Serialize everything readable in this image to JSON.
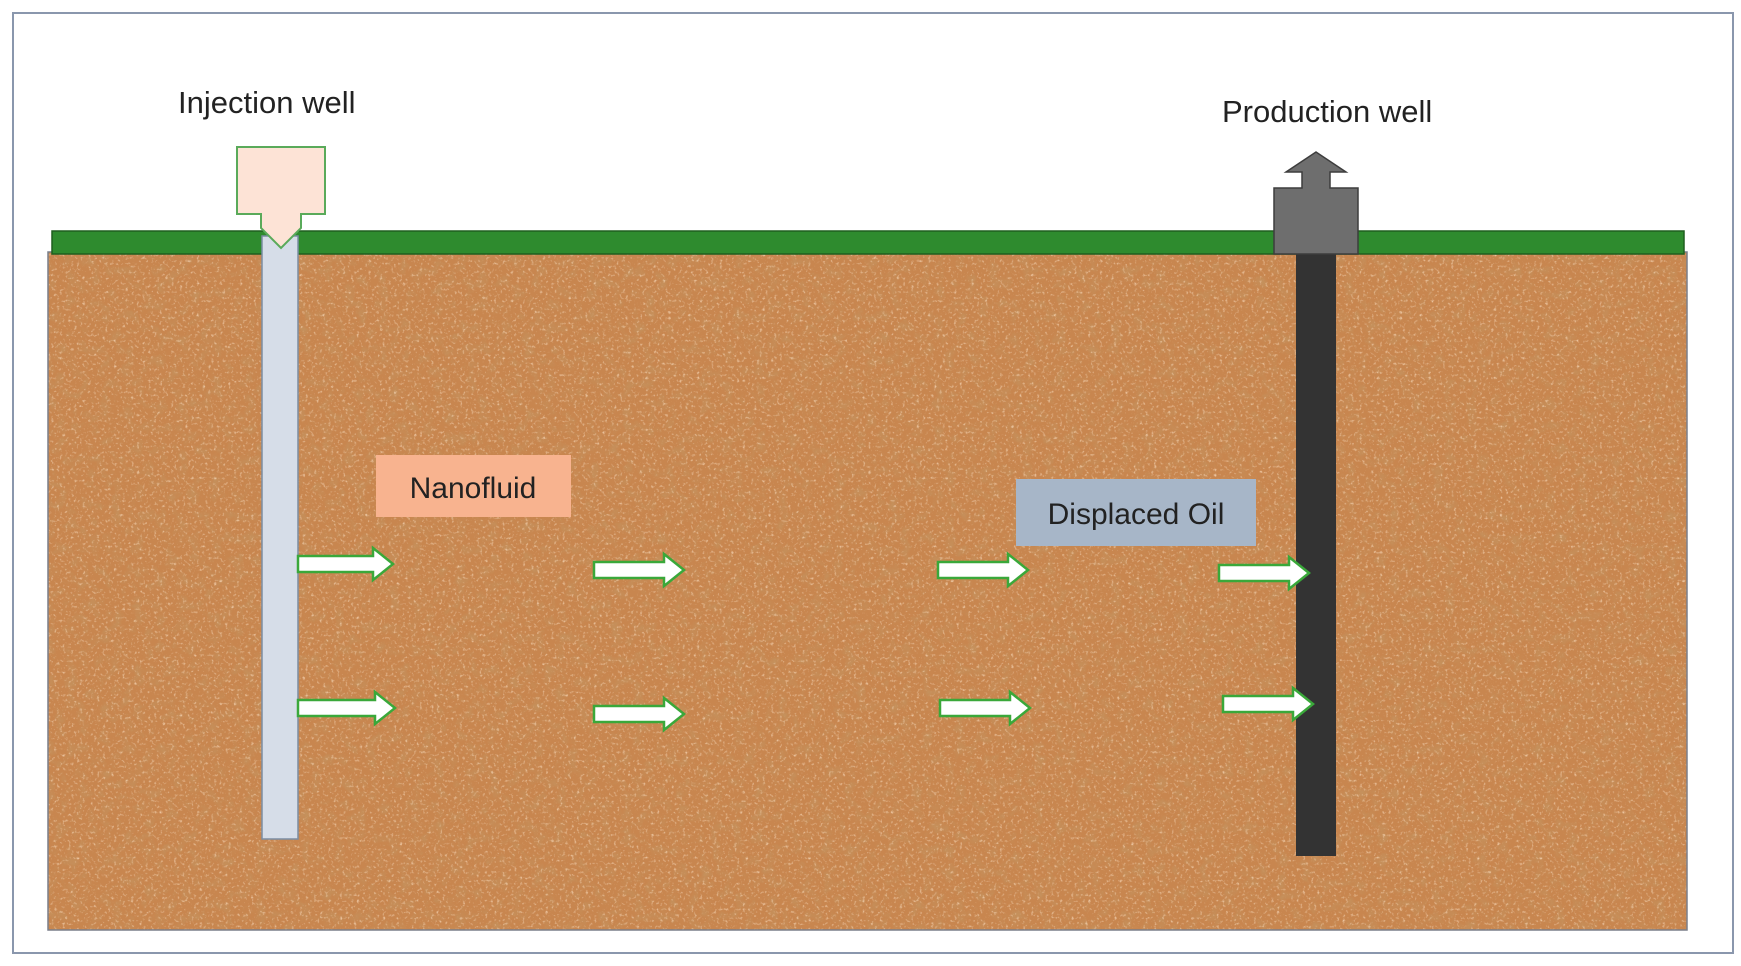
{
  "diagram": {
    "injection_well": {
      "label": "Injection well"
    },
    "production_well": {
      "label": "Production well"
    },
    "nanofluid_box": {
      "label": "Nanofluid"
    },
    "displaced_oil_box": {
      "label": "Displaced Oil"
    }
  },
  "colors": {
    "frame": "#8a97ad",
    "ground_surface": "#2e8b2e",
    "soil": "#c8864f",
    "injection_pipe": "#d6dde8",
    "injection_wellhead": "#fde3d6",
    "production_pipe": "#333333",
    "production_wellhead": "#6e6e6e",
    "nanofluid_box": "#f8b38f",
    "displaced_oil_box": "#a7b6c8",
    "flow_arrow_fill": "#ffffff",
    "flow_arrow_outline": "#3aa83a"
  }
}
